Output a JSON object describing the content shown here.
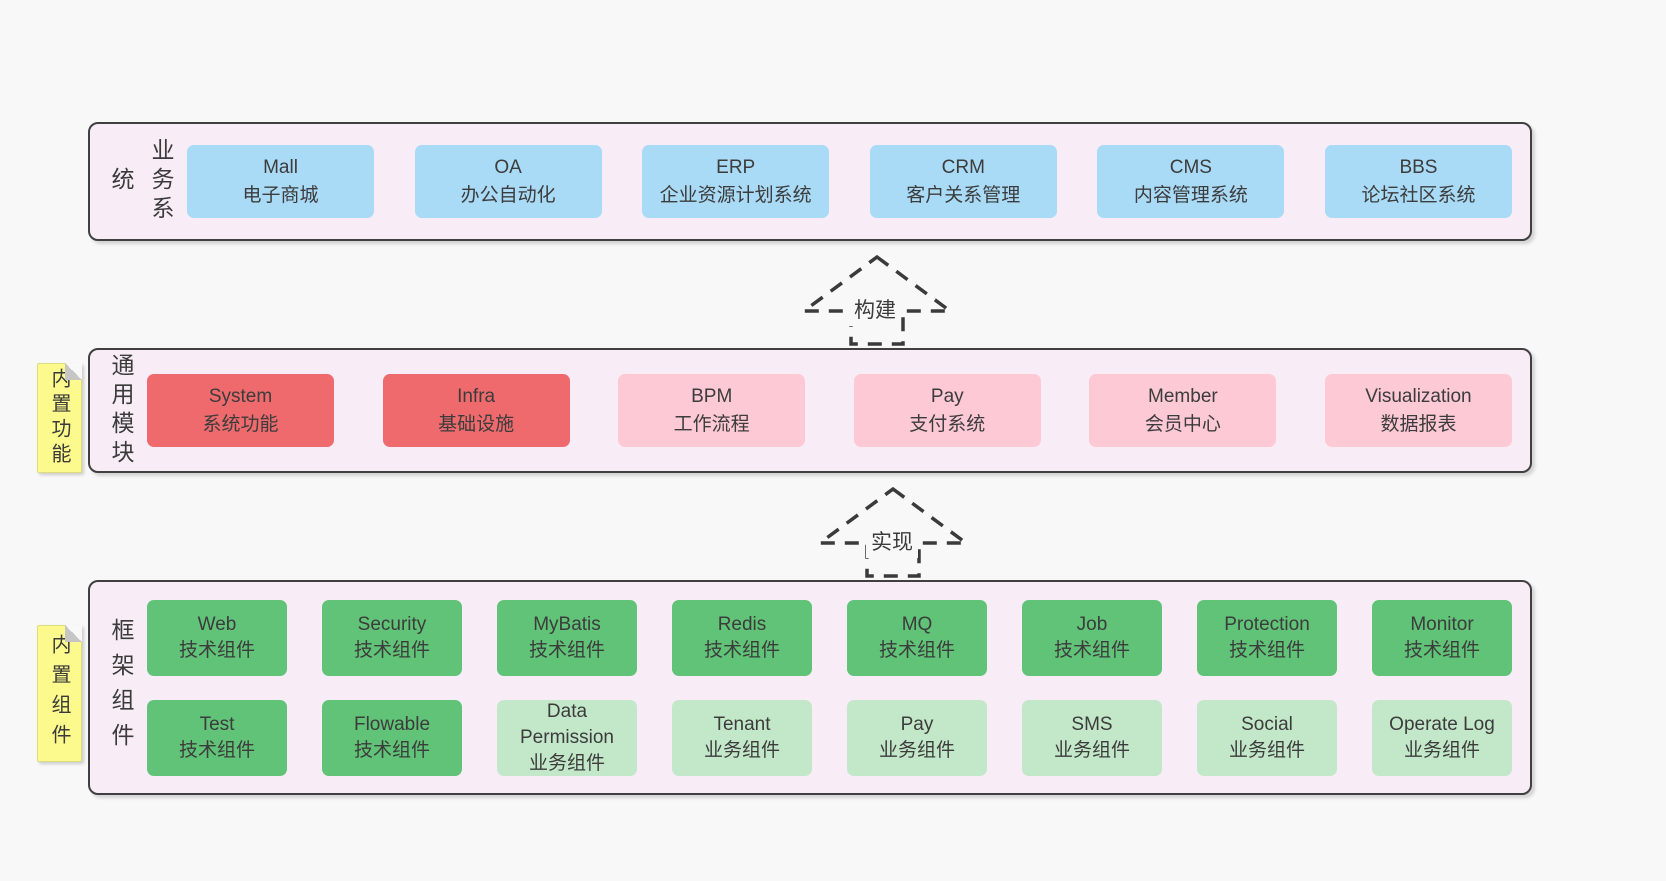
{
  "colors": {
    "page-bg": "#f8f8f8",
    "container-bg": "#f8edf6",
    "container-border": "#404040",
    "blue": "#a9daf6",
    "red": "#ef6a6d",
    "pink": "#fdc9d4",
    "green": "#60c377",
    "light-green": "#c3e7c9",
    "yellow": "#fcfa8d",
    "text": "#3b3b3b"
  },
  "sections": {
    "business": {
      "label": "业务系统",
      "boxes": [
        {
          "title": "Mall",
          "subtitle": "电子商城"
        },
        {
          "title": "OA",
          "subtitle": "办公自动化"
        },
        {
          "title": "ERP",
          "subtitle": "企业资源计划系统"
        },
        {
          "title": "CRM",
          "subtitle": "客户关系管理"
        },
        {
          "title": "CMS",
          "subtitle": "内容管理系统"
        },
        {
          "title": "BBS",
          "subtitle": "论坛社区系统"
        }
      ]
    },
    "modules": {
      "label": "通用模块",
      "note": "内置功能",
      "boxes": [
        {
          "title": "System",
          "subtitle": "系统功能"
        },
        {
          "title": "Infra",
          "subtitle": "基础设施"
        },
        {
          "title": "BPM",
          "subtitle": "工作流程"
        },
        {
          "title": "Pay",
          "subtitle": "支付系统"
        },
        {
          "title": "Member",
          "subtitle": "会员中心"
        },
        {
          "title": "Visualization",
          "subtitle": "数据报表"
        }
      ]
    },
    "components": {
      "label": "框架组件",
      "note": "内置组件",
      "row1": [
        {
          "title": "Web",
          "subtitle": "技术组件"
        },
        {
          "title": "Security",
          "subtitle": "技术组件"
        },
        {
          "title": "MyBatis",
          "subtitle": "技术组件"
        },
        {
          "title": "Redis",
          "subtitle": "技术组件"
        },
        {
          "title": "MQ",
          "subtitle": "技术组件"
        },
        {
          "title": "Job",
          "subtitle": "技术组件"
        },
        {
          "title": "Protection",
          "subtitle": "技术组件"
        },
        {
          "title": "Monitor",
          "subtitle": "技术组件"
        }
      ],
      "row2": [
        {
          "title": "Test",
          "subtitle": "技术组件"
        },
        {
          "title": "Flowable",
          "subtitle": "技术组件"
        },
        {
          "title": "Data Permission",
          "subtitle": "业务组件"
        },
        {
          "title": "Tenant",
          "subtitle": "业务组件"
        },
        {
          "title": "Pay",
          "subtitle": "业务组件"
        },
        {
          "title": "SMS",
          "subtitle": "业务组件"
        },
        {
          "title": "Social",
          "subtitle": "业务组件"
        },
        {
          "title": "Operate Log",
          "subtitle": "业务组件"
        }
      ]
    }
  },
  "arrows": [
    {
      "label": "构建"
    },
    {
      "label": "实现"
    }
  ]
}
